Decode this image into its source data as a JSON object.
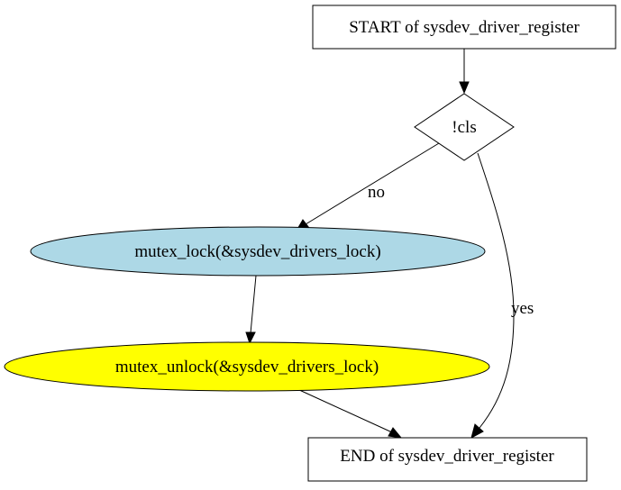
{
  "nodes": {
    "start": {
      "label": "START of sysdev_driver_register",
      "fill": "#ffffff"
    },
    "decision": {
      "label": "!cls",
      "fill": "#ffffff"
    },
    "mutex_lock": {
      "label": "mutex_lock(&sysdev_drivers_lock)",
      "fill": "#add8e6"
    },
    "mutex_unlock": {
      "label": "mutex_unlock(&sysdev_drivers_lock)",
      "fill": "#ffff00"
    },
    "end": {
      "label": "END of sysdev_driver_register",
      "fill": "#ffffff"
    }
  },
  "edges": {
    "no": {
      "label": "no"
    },
    "yes": {
      "label": "yes"
    }
  }
}
